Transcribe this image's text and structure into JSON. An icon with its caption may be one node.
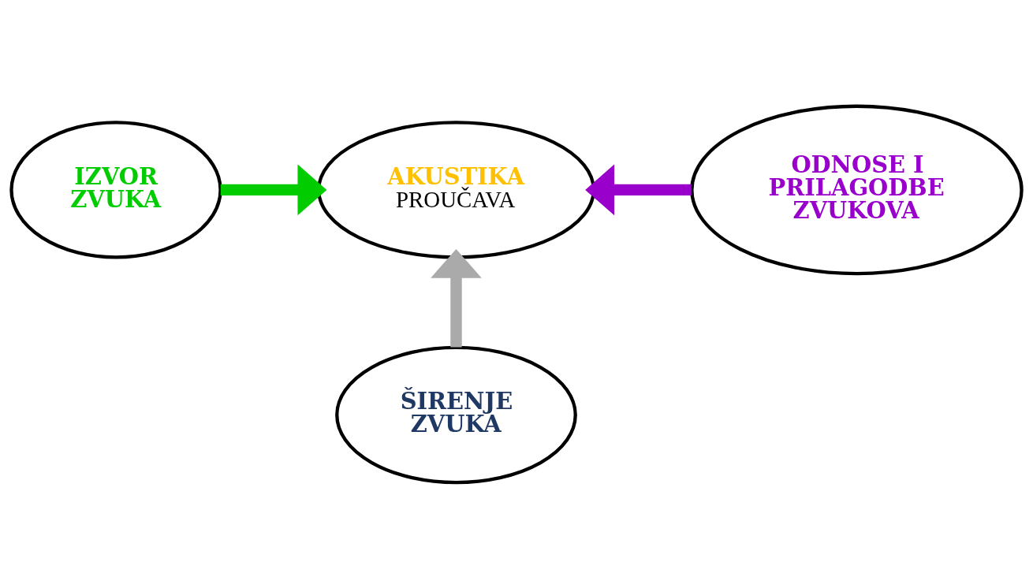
{
  "diagram": {
    "nodes": [
      {
        "text": [
          "AKUSTIKA",
          "PROUČAVA"
        ]
      },
      {
        "text": [
          "IZVOR ZVUKA"
        ]
      },
      {
        "text": [
          "ODNOSE I PRILAGODBE ZVUKOVA"
        ]
      },
      {
        "text": [
          "ŠIRENJE ZVUKA"
        ]
      }
    ],
    "edges": [
      {
        "from": 1,
        "to": 0,
        "arrow": "to",
        "color": "#00cc00"
      },
      {
        "from": 2,
        "to": 0,
        "arrow": "to",
        "color": "#9900cc"
      },
      {
        "from": 3,
        "to": 0,
        "arrow": "to",
        "color": "#aaaaaa"
      }
    ]
  }
}
